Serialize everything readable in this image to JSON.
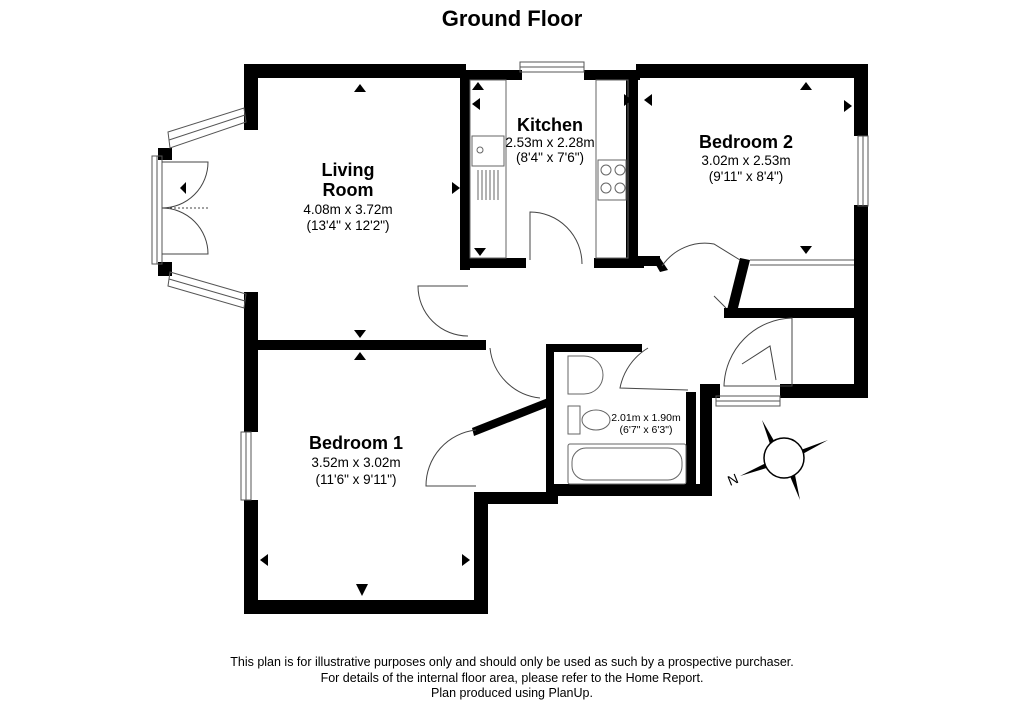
{
  "title": "Ground Floor",
  "rooms": {
    "living_room": {
      "name_line1": "Living",
      "name_line2": "Room",
      "metric": "4.08m x 3.72m",
      "imperial": "(13'4\" x 12'2\")"
    },
    "kitchen": {
      "name": "Kitchen",
      "metric": "2.53m x 2.28m",
      "imperial": "(8'4\" x 7'6\")"
    },
    "bedroom2": {
      "name": "Bedroom 2",
      "metric": "3.02m x 2.53m",
      "imperial": "(9'11\" x 8'4\")"
    },
    "bedroom1": {
      "name": "Bedroom 1",
      "metric": "3.52m x 3.02m",
      "imperial": "(11'6\" x 9'11\")"
    },
    "bathroom": {
      "metric": "2.01m x 1.90m",
      "imperial": "(6'7\" x 6'3\")"
    }
  },
  "compass": {
    "label": "N"
  },
  "footer": {
    "line1": "This plan is for illustrative purposes only and should only be used as such by a prospective purchaser.",
    "line2": "For details of the internal floor area, please refer to the Home Report.",
    "line3": "Plan produced using PlanUp."
  },
  "colors": {
    "wall": "#000000",
    "fixture": "#9a9a9a",
    "background": "#ffffff"
  }
}
